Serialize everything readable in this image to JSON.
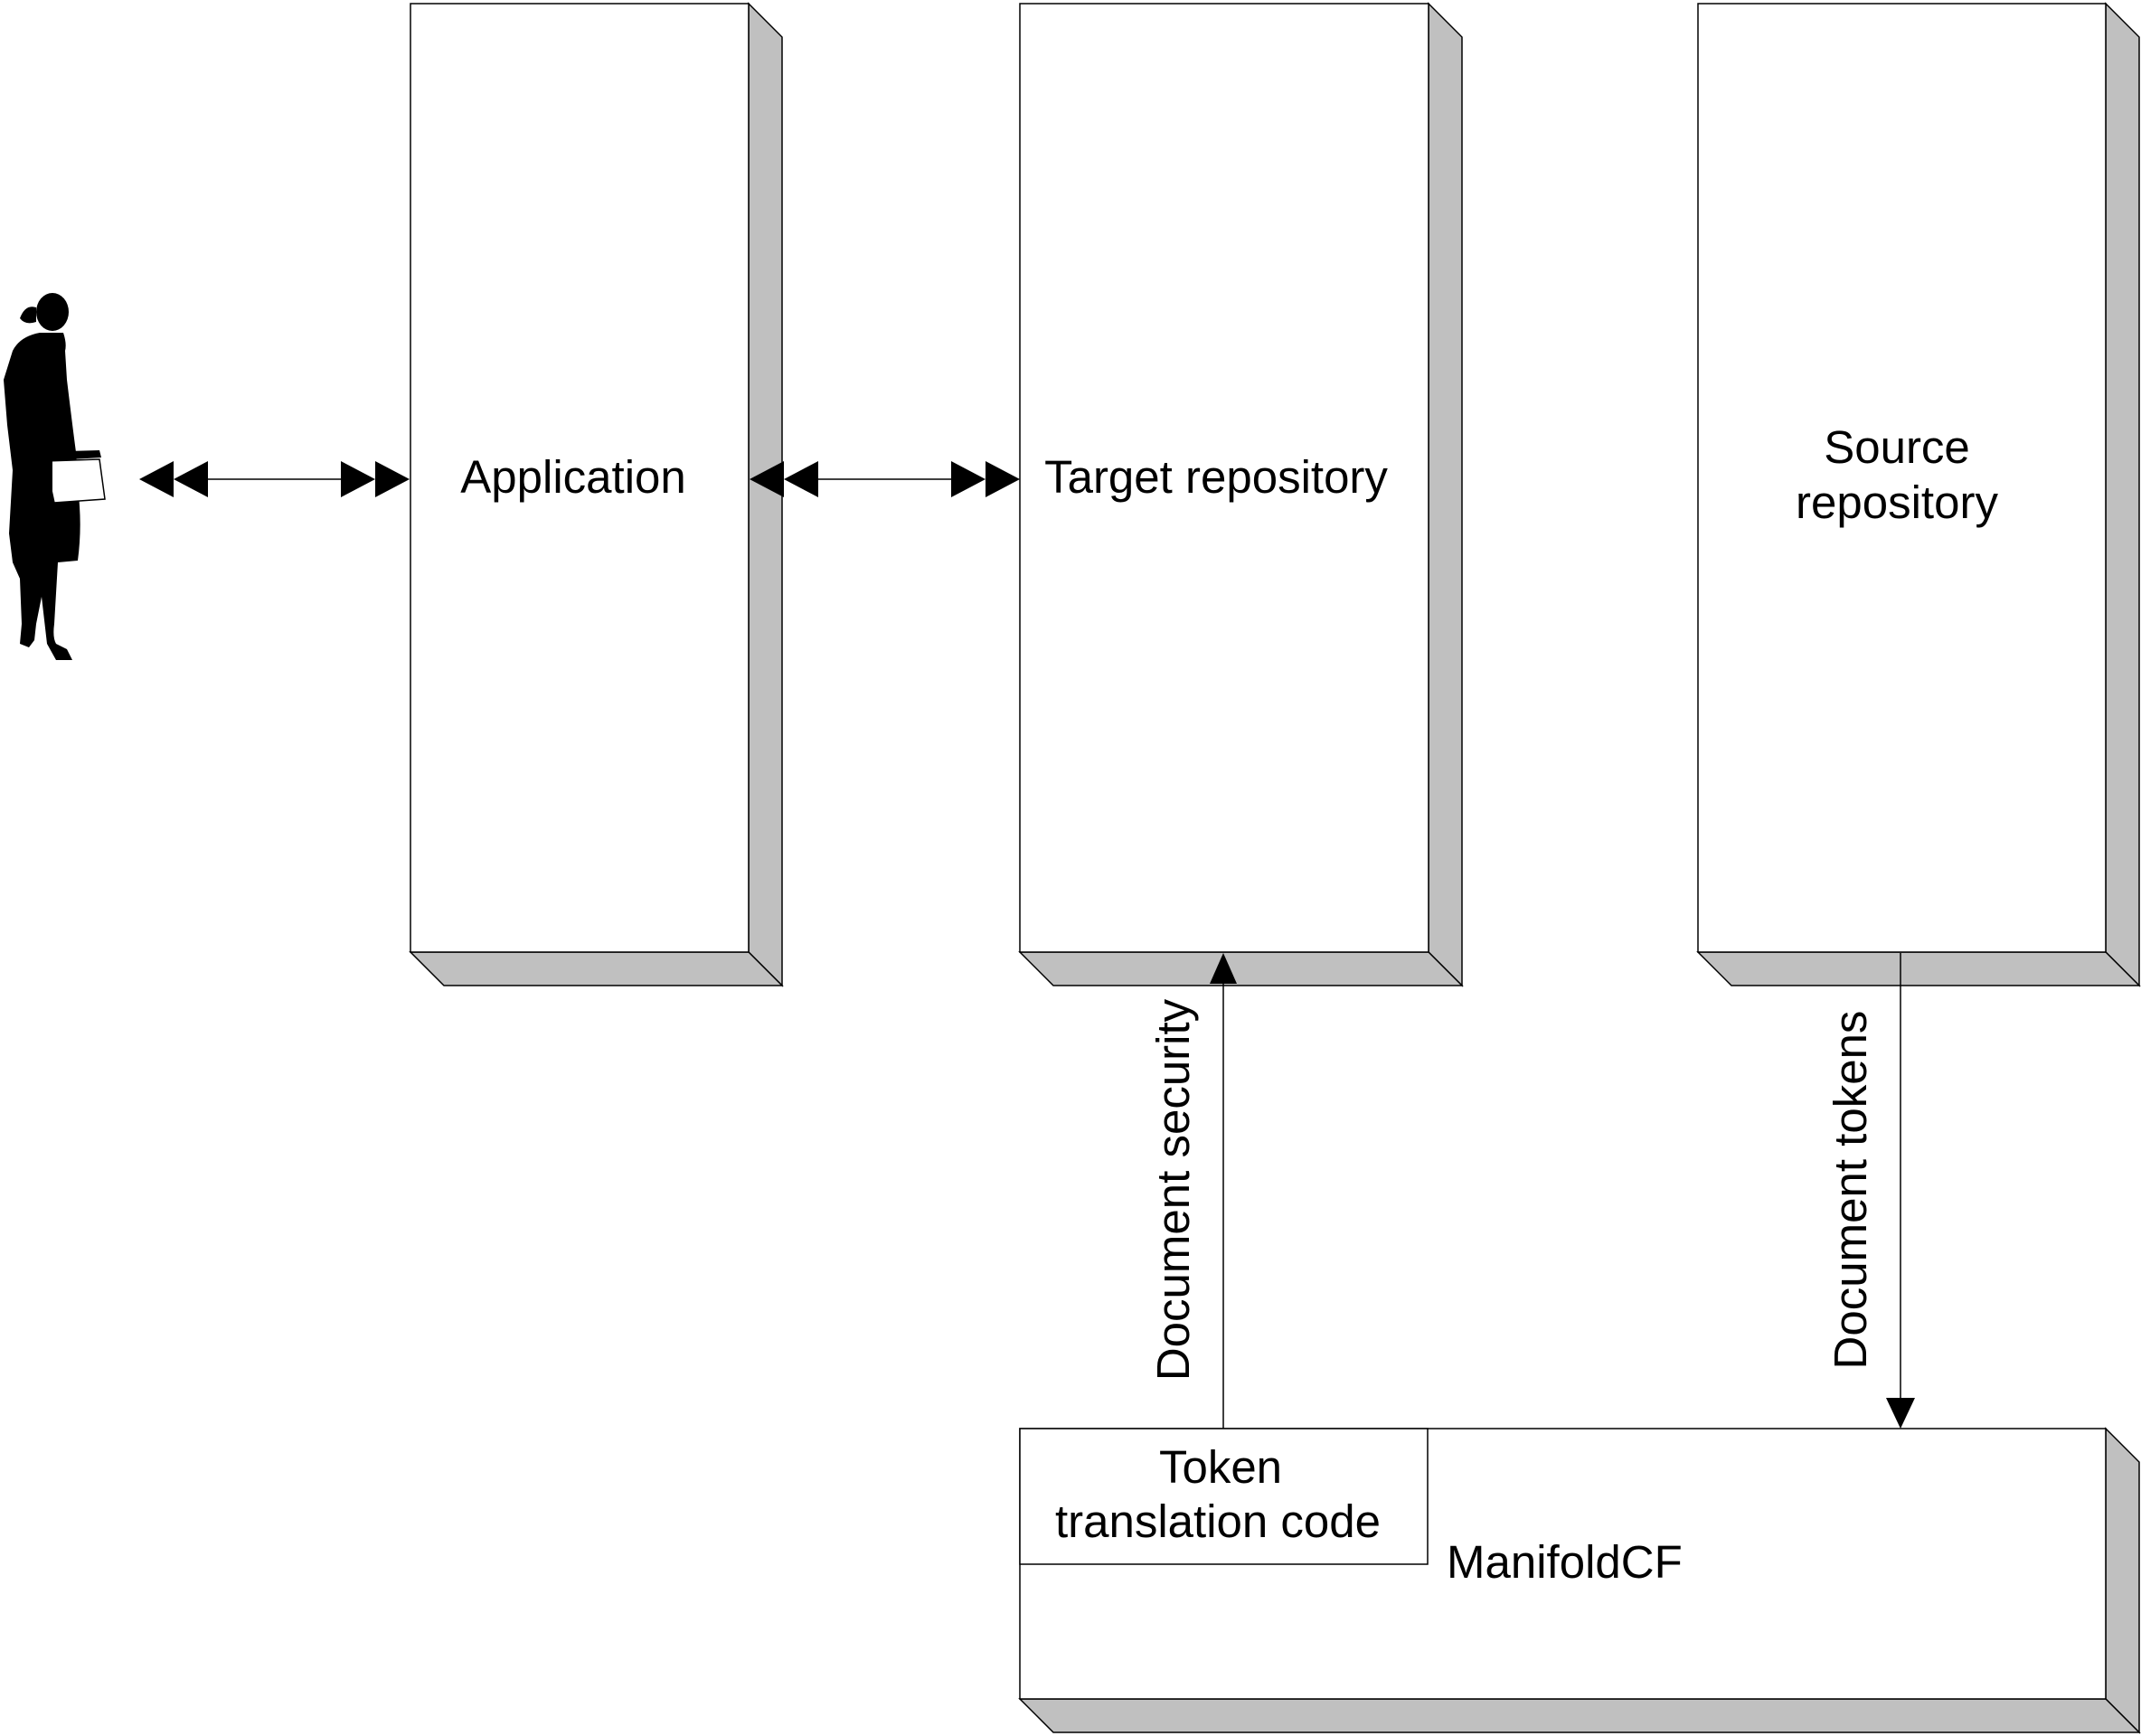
{
  "diagram": {
    "application": "Application",
    "target_repository": "Target repository",
    "source_repository": [
      "Source",
      "repository"
    ],
    "manifoldcf": "ManifoldCF",
    "token_translation_code": [
      "Token",
      "translation code"
    ],
    "document_security": "Document security",
    "document_tokens": "Document tokens",
    "colors": {
      "front": "#ffffff",
      "side": "#c0c0c0",
      "line": "#000000"
    },
    "icons": {
      "user": "person-silhouette-icon"
    }
  }
}
